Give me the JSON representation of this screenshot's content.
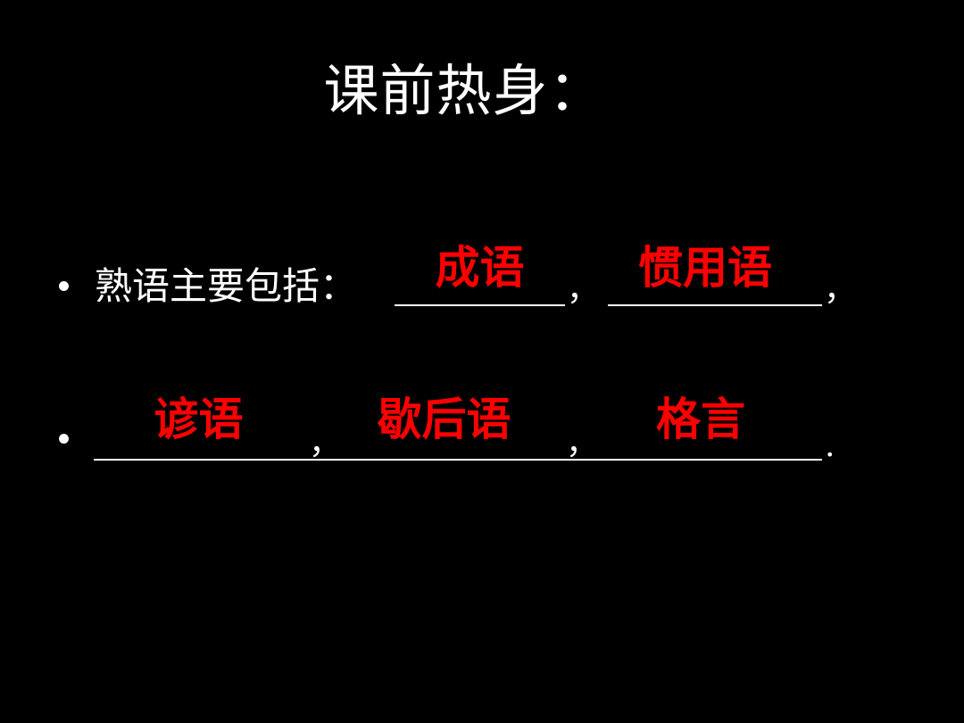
{
  "slide": {
    "title": "课前热身：",
    "background_color": "#000000",
    "text_color": "#ffffff",
    "answer_color": "#ff0000",
    "line1": {
      "lead": "熟语主要包括：",
      "answers": [
        "成语",
        "惯用语"
      ],
      "separators": [
        "，",
        "，"
      ]
    },
    "line2": {
      "answers": [
        "谚语",
        "歇后语",
        "格言"
      ],
      "separators": [
        "，",
        "，",
        "."
      ]
    }
  }
}
